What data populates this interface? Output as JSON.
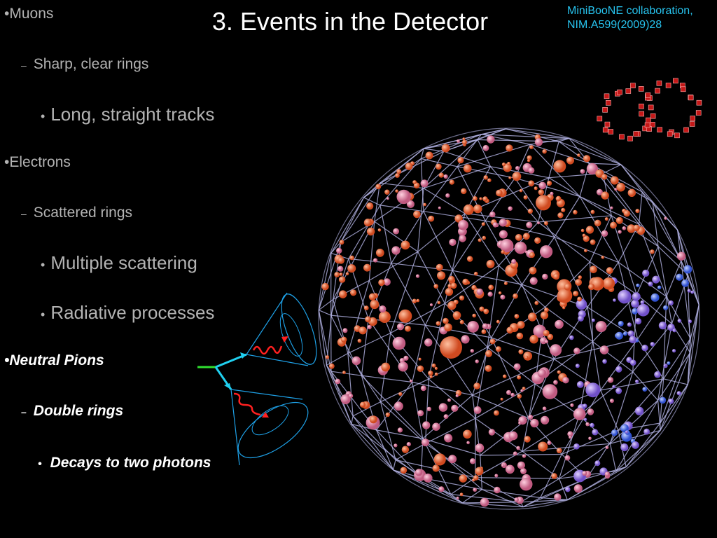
{
  "slide": {
    "title": "3. Events in the Detector",
    "citation_line1": "MiniBooNE collaboration,",
    "citation_line2": "NIM.A599(2009)28"
  },
  "bullets": [
    {
      "marker": "•",
      "text": "Muons",
      "level": 1
    },
    {
      "marker": "–",
      "text": "Sharp, clear rings",
      "level": 2
    },
    {
      "marker": "•",
      "text": "Long, straight tracks",
      "level": 3
    },
    {
      "marker": "•",
      "text": "Electrons",
      "level": 1
    },
    {
      "marker": "–",
      "text": "Scattered rings",
      "level": 2
    },
    {
      "marker": "•",
      "text": "Multiple scattering",
      "level": 3
    },
    {
      "marker": "•",
      "text": "Radiative processes",
      "level": 3
    },
    {
      "marker": "•",
      "text": "Neutral Pions",
      "level": 1
    },
    {
      "marker": "–",
      "text": "Double rings",
      "level": 2
    },
    {
      "marker": "•",
      "text": "Decays to two photons",
      "level": 3
    }
  ],
  "colors": {
    "background": "#000000",
    "body_text": "#b3b3b3",
    "highlight_text": "#ffffff",
    "citation": "#27c3ee",
    "cone_lines": "#1ea0e6",
    "photon_arrow": "#ff2020",
    "pion_arrow": "#20d0f0",
    "incoming_track": "#30e030",
    "geodesic_wire": "#b4b4e6",
    "hit_orange": "#f07040",
    "hit_pink": "#e08aa8",
    "hit_violet": "#9a80e6",
    "hit_blue": "#5a78f0"
  },
  "icons": {
    "detector": "geodesic-sphere-event-display-icon",
    "pion_decay": "pion-decay-cones-icon",
    "ring_inset": "double-ring-inset-icon"
  }
}
